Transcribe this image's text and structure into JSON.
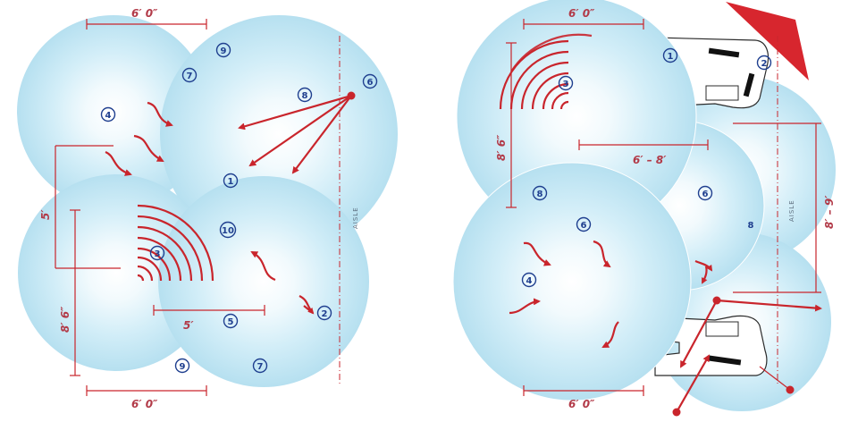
{
  "colors": {
    "zone_center": "#ffffff",
    "zone_edge": "#b9e2f1",
    "accent_red": "#c9252c",
    "label_blue": "#1f3f8f",
    "aisle_gray": "#5c6d7e"
  },
  "left": {
    "dims": {
      "top_width": "6′ 0″",
      "bottom_width": "6′ 0″",
      "depth": "8′ 6″",
      "offset_vertical": "5′",
      "offset_horizontal": "5′"
    },
    "aisle_label": "AISLE",
    "markers": [
      "9",
      "7",
      "8",
      "6",
      "4",
      "1",
      "3",
      "10",
      "5",
      "2",
      "9",
      "7"
    ]
  },
  "right": {
    "dims": {
      "top_width": "6′ 0″",
      "bottom_width": "6′ 0″",
      "depth": "8′ 6″",
      "span": "6′ – 8′",
      "aisle_width": "8′ – 9′"
    },
    "aisle_label": "AISLE",
    "markers": [
      "1",
      "2",
      "3",
      "8",
      "6",
      "6",
      "4"
    ],
    "plain_label": "8"
  }
}
